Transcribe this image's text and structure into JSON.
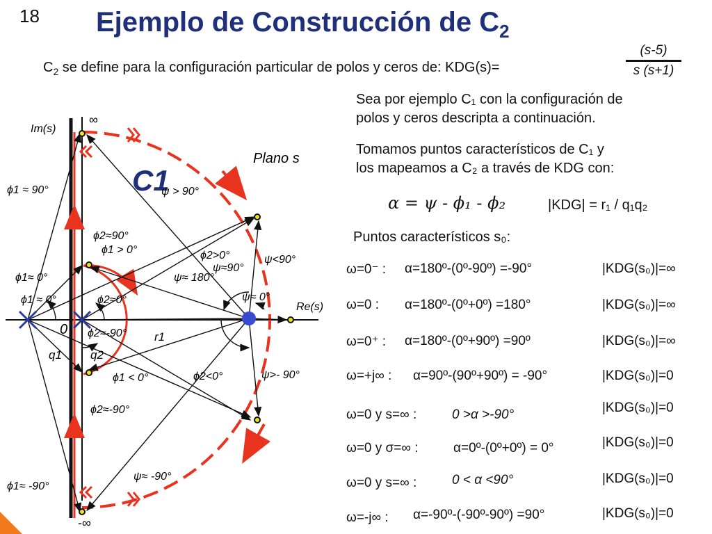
{
  "slide_number": "18",
  "title": {
    "text": "Ejemplo de Construcción de C",
    "sub": "2"
  },
  "intro": {
    "c": "C",
    "sub": "2",
    "text": " se define para la configuración particular de polos y ceros de: KDG(s)="
  },
  "transfer": {
    "numerator": "(s-5)",
    "denominator": "s (s+1)"
  },
  "paragraph1": [
    "Sea por ejemplo C₁ con la configuración de",
    "polos y ceros descripta a continuación."
  ],
  "paragraph2": [
    "Tomamos puntos característicos de C₁ y",
    "los mapeamos a C₂ a través de KDG con:"
  ],
  "eq_alpha": "α = ψ - ϕ₁ - ϕ₂",
  "eq_mag": "|KDG| = r₁ / q₁q₂",
  "points_heading": "Puntos característicos s₀:",
  "rows": [
    {
      "w": "ω=0⁻ :",
      "a": "α=180º-(0º-90º) =-90°",
      "k": "|KDG(s₀)|=∞"
    },
    {
      "w": "ω=0 :",
      "a": "α=180º-(0º+0º) =180°",
      "k": "|KDG(s₀)|=∞"
    },
    {
      "w": "ω=0⁺ :",
      "a": "α=180º-(0º+90º) =90º",
      "k": "|KDG(s₀)|=∞"
    },
    {
      "w": "ω=+j∞ :",
      "a": "α=90º-(90º+90º) = -90°",
      "k": "|KDG(s₀)|=0"
    },
    {
      "w": "ω=0 y s=∞ :",
      "a": "0 >α >-90°",
      "k": "|KDG(s₀)|=0"
    },
    {
      "w": "ω=0 y σ=∞ :",
      "a": "α=0º-(0º+0º) = 0°",
      "k": "|KDG(s₀)|=0"
    },
    {
      "w": "ω=0 y s=∞ :",
      "a": "0 < α <90°",
      "k": "|KDG(s₀)|=0"
    },
    {
      "w": "ω=-j∞ :",
      "a": "α=-90º-(-90º-90º) =90°",
      "k": "|KDG(s₀)|=0"
    }
  ],
  "diagram": {
    "im_label": "Im(s)",
    "re_label": "Re(s)",
    "plano": "Plano s",
    "c1": "C1",
    "inf_top": "∞",
    "inf_bottom": "-∞",
    "origin": "0",
    "r1": "r1",
    "q1": "q1",
    "q2": "q2",
    "angle_labels": [
      "ϕ1 ≈ 90°",
      "ψ > 90°",
      "ϕ2≈90°",
      "ϕ1 > 0°",
      "ϕ1≈ 0°",
      "ϕ1 ≈ 0°",
      "ϕ2≈0°",
      "ϕ2>0°",
      "ψ≈90°",
      "ψ<90°",
      "ψ≈ 180°",
      "ψ≈ 0°",
      "ϕ2≈-90°",
      "ϕ1 < 0°",
      "ϕ2<0°",
      "ψ>- 90°",
      "ϕ2≈-90°",
      "ψ≈ -90°",
      "ϕ1≈ -90°"
    ]
  },
  "colors": {
    "title": "#1f2f7a",
    "contour_red": "#e8331f",
    "pole_blue": "#3a4bd1",
    "zero_navy": "#2c3a9e",
    "dot_yellow": "#f2e41c"
  }
}
